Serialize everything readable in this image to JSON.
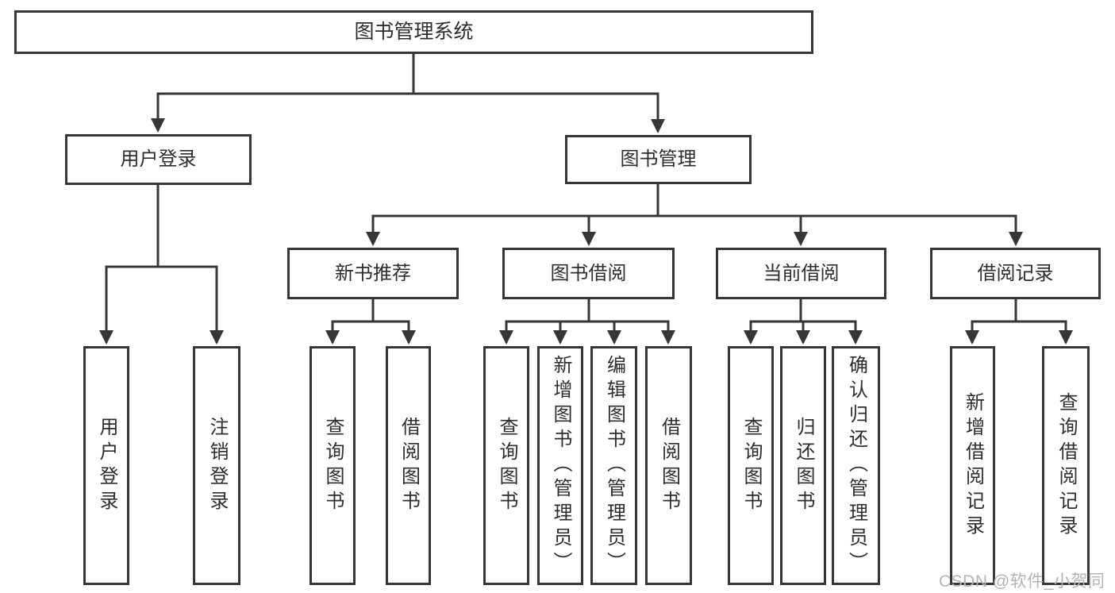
{
  "tree": {
    "label": "图书管理系统",
    "children": [
      {
        "label": "用户登录",
        "children": [
          {
            "label": "用户登录"
          },
          {
            "label": "注销登录"
          }
        ]
      },
      {
        "label": "图书管理",
        "children": [
          {
            "label": "新书推荐",
            "children": [
              {
                "label": "查询图书"
              },
              {
                "label": "借阅图书"
              }
            ]
          },
          {
            "label": "图书借阅",
            "children": [
              {
                "label": "查询图书"
              },
              {
                "label": "新增图书（管理员）"
              },
              {
                "label": "编辑图书（管理员）"
              },
              {
                "label": "借阅图书"
              }
            ]
          },
          {
            "label": "当前借阅",
            "children": [
              {
                "label": "查询图书"
              },
              {
                "label": "归还图书"
              },
              {
                "label": "确认归还（管理员）"
              }
            ]
          },
          {
            "label": "借阅记录",
            "children": [
              {
                "label": "新增借阅记录"
              },
              {
                "label": "查询借阅记录"
              }
            ]
          }
        ]
      }
    ]
  },
  "watermark": "CSDN @软件_小贺同学",
  "colors": {
    "line": "#363636",
    "box_border": "#363636",
    "text": "#2d2d2d",
    "watermark": "#b3b3b3",
    "background": "#ffffff"
  }
}
